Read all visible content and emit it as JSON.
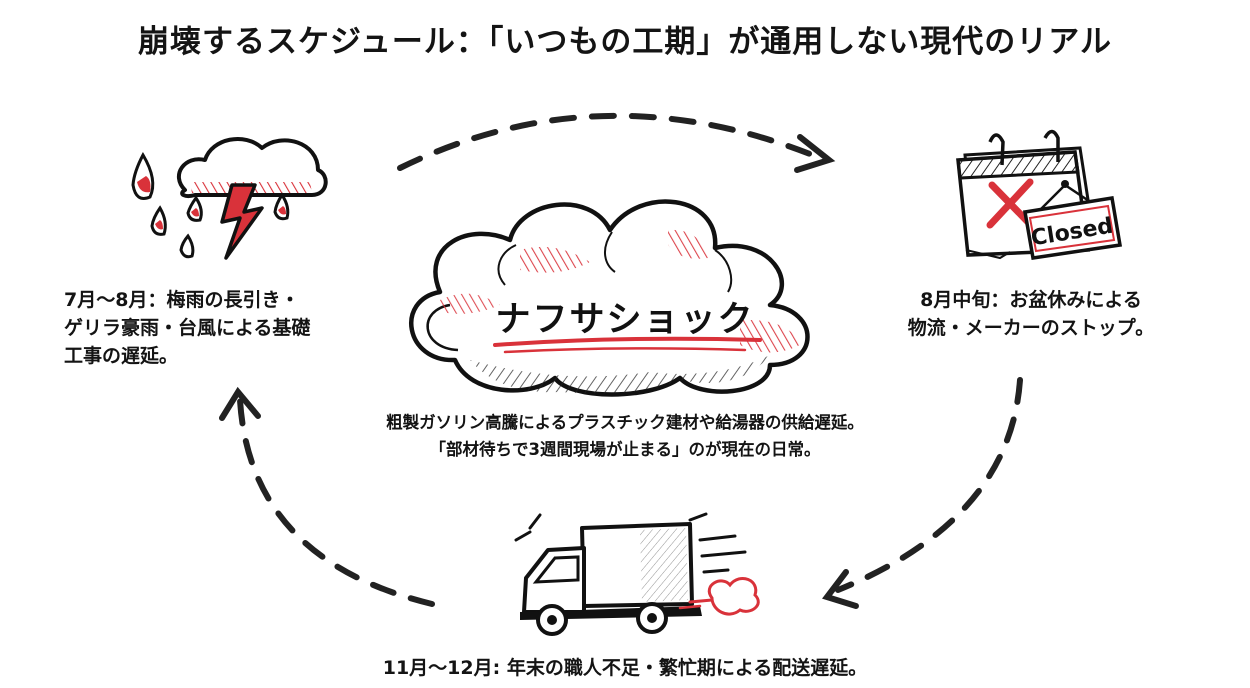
{
  "title": "崩壊するスケジュール：「いつもの工期」が通用しない現代のリアル",
  "center": {
    "heading": "ナフサショック",
    "caption_line1": "粗製ガソリン高騰によるプラスチック建材や給湯器の供給遅延。",
    "caption_line2": "「部材待ちで3週間現場が止まる」のが現在の日常。"
  },
  "nodes": {
    "left": {
      "icon": "storm-cloud-icon",
      "lines": [
        "7月〜8月：梅雨の長引き・",
        "ゲリラ豪雨・台風による基礎",
        "工事の遅延。"
      ]
    },
    "right": {
      "icon": "closed-calendar-icon",
      "sign_text": "Closed",
      "lines": [
        "8月中旬：お盆休みによる",
        "物流・メーカーのストップ。"
      ]
    },
    "bottom": {
      "icon": "delivery-truck-icon",
      "lines": [
        "11月〜12月: 年末の職人不足・繁忙期による配送遅延。"
      ]
    }
  },
  "colors": {
    "accent_red": "#d9323a",
    "ink": "#141414"
  }
}
